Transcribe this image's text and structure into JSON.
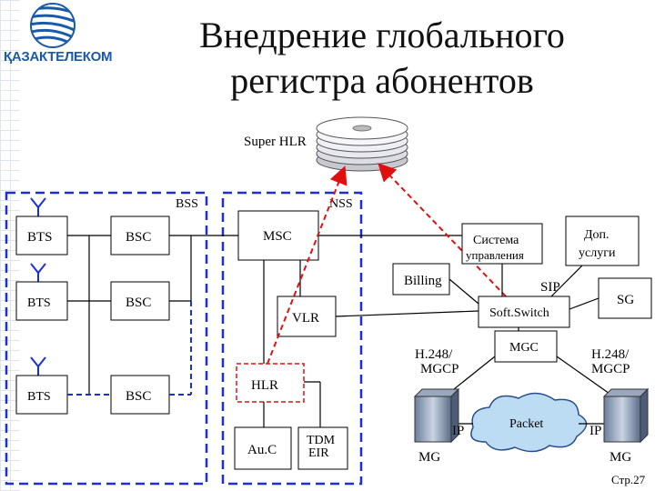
{
  "title_line1": "Внедрение глобального",
  "title_line2": "регистра абонентов",
  "logo": {
    "text": "ҚАЗАКТЕЛЕКОМ",
    "icon": "globe-logo-icon"
  },
  "labels": {
    "super_hlr": "Super HLR",
    "bss": "BSS",
    "nss": "NSS",
    "bts_1": "BTS",
    "bts_2": "BTS",
    "bts_3": "BTS",
    "bsc_1": "BSC",
    "bsc_2": "BSC",
    "bsc_3": "BSC",
    "msc": "MSC",
    "vlr": "VLR",
    "hlr": "HLR",
    "auc": "Au.C",
    "tdm_eir_1": "TDM",
    "tdm_eir_2": "EIR",
    "sistema_1": "Система",
    "sistema_2": "управления",
    "dop_1": "Доп.",
    "dop_2": "услуги",
    "billing": "Billing",
    "sip": "SIP",
    "sg": "SG",
    "softswitch": "Soft.Switch",
    "mgc": "MGC",
    "h248_left_1": "H.248/",
    "h248_left_2": "MGCP",
    "h248_right_1": "H.248/",
    "h248_right_2": "MGCP",
    "packet": "Packet",
    "ip_left": "IP",
    "ip_right": "IP",
    "mg_left": "MG",
    "mg_right": "MG",
    "page": "Стр.27"
  },
  "colors": {
    "dashed_blue": "#1a2fd6",
    "red_arrow": "#e01010",
    "logo_blue": "#1a5aa8"
  }
}
